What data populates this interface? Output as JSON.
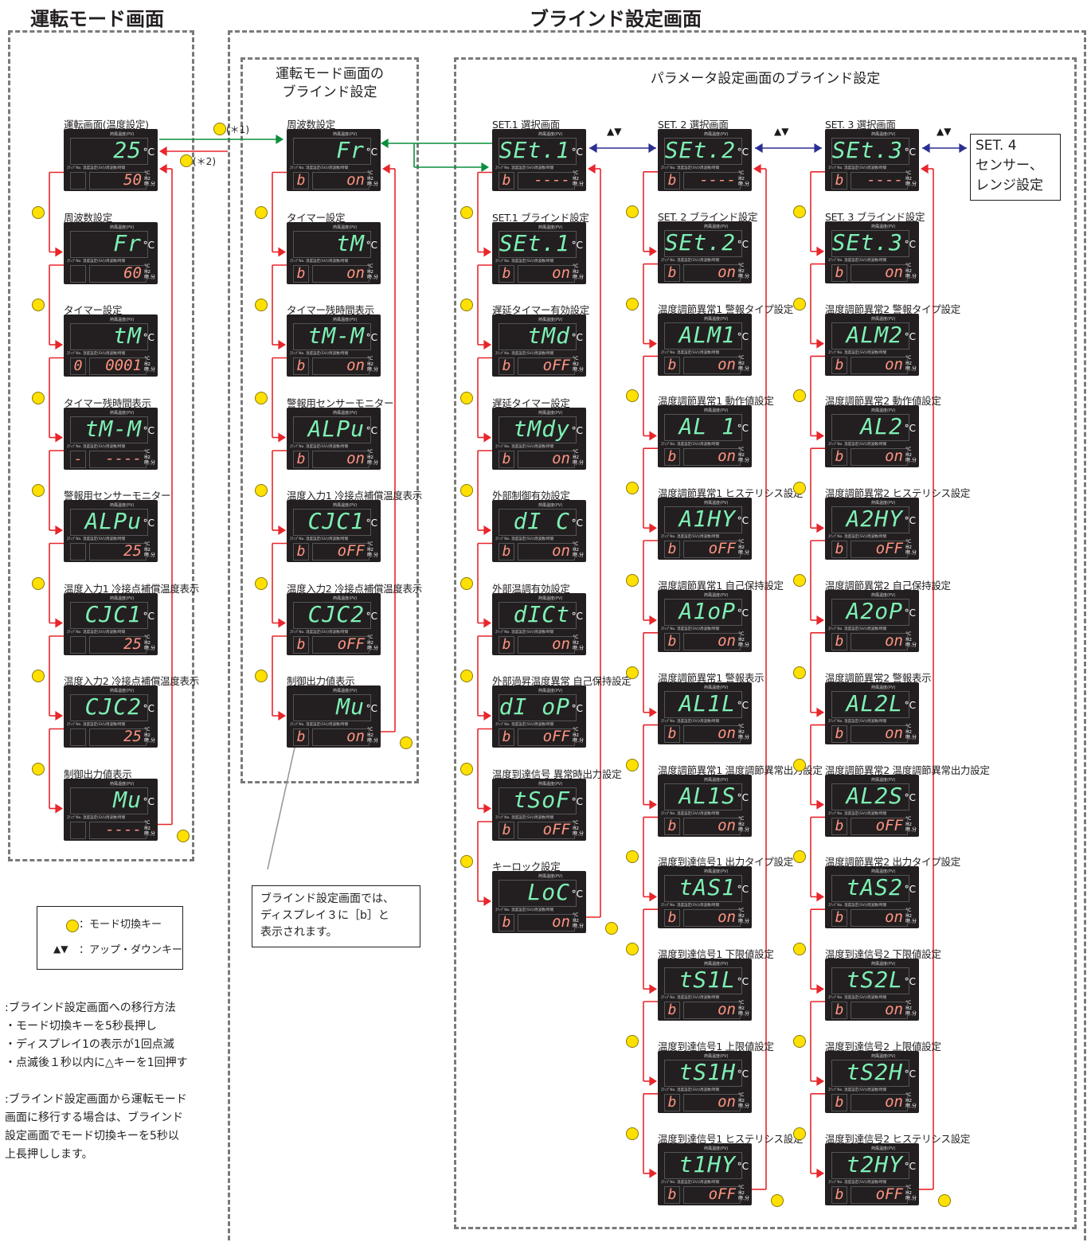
{
  "titles": {
    "operation_mode": "運転モード画面",
    "blind_setting": "ブラインド設定画面"
  },
  "subtitles": {
    "op_blind": "運転モード画面の\nブラインド設定",
    "param_blind": "パラメータ設定画面のブラインド設定"
  },
  "arrow_labels": {
    "star1": "(＊1)",
    "star2": "(＊2)",
    "updown": "▲▼"
  },
  "set4_box": "SET. 4\nセンサー、\nレンジ設定",
  "legend": {
    "mode_key": "：モード切換キー",
    "updown_key": "：アップ・ダウンキー"
  },
  "callout": "ブラインド設定画面では、\nディスプレイ３に［b］と\n表示されます。",
  "notes": [
    ":ブラインド設定画面への移行方法",
    "・モード切換キーを5秒長押し",
    "・ディスプレイ1の表示が1回点滅",
    "・点滅後１秒以内に△キーを1回押す",
    "",
    ":ブラインド設定画面から運転モード",
    "  画面に移行する場合は、ブラインド",
    "  設定画面でモード切換キーを5秒以",
    "  上長押しします。"
  ],
  "device_text": {
    "pv_label": "熱風温度(PV)",
    "mid_label": "ｽﾃｯﾌﾟNo. 温度設定(SV)/周波数/時間",
    "unit": "°C",
    "units2": "°C\nHz\n時.分"
  },
  "columns": [
    {
      "id": "op",
      "screens": [
        {
          "label": "運転画面(温度設定)",
          "pv": "25",
          "st": "",
          "sv": "50"
        },
        {
          "label": "周波数設定",
          "pv": "Fr",
          "st": "",
          "sv": "60"
        },
        {
          "label": "タイマー設定",
          "pv": "tM",
          "st": "0",
          "sv": "0001"
        },
        {
          "label": "タイマー残時間表示",
          "pv": "tM-M",
          "st": "-",
          "sv": "----"
        },
        {
          "label": "警報用センサーモニター",
          "pv": "ALPu",
          "st": "",
          "sv": "25"
        },
        {
          "label": "温度入力1 冷接点補償温度表示",
          "pv": "CJC1",
          "st": "",
          "sv": "25"
        },
        {
          "label": "温度入力2 冷接点補償温度表示",
          "pv": "CJC2",
          "st": "",
          "sv": "25"
        },
        {
          "label": "制御出力値表示",
          "pv": "Mu",
          "st": "",
          "sv": "----"
        }
      ]
    },
    {
      "id": "opblind",
      "screens": [
        {
          "label": "周波数設定",
          "pv": "Fr",
          "st": "b",
          "sv": "on"
        },
        {
          "label": "タイマー設定",
          "pv": "tM",
          "st": "b",
          "sv": "on"
        },
        {
          "label": "タイマー残時間表示",
          "pv": "tM-M",
          "st": "b",
          "sv": "on"
        },
        {
          "label": "警報用センサーモニター",
          "pv": "ALPu",
          "st": "b",
          "sv": "on"
        },
        {
          "label": "温度入力1 冷接点補償温度表示",
          "pv": "CJC1",
          "st": "b",
          "sv": "oFF"
        },
        {
          "label": "温度入力2 冷接点補償温度表示",
          "pv": "CJC2",
          "st": "b",
          "sv": "oFF"
        },
        {
          "label": "制御出力値表示",
          "pv": "Mu",
          "st": "b",
          "sv": "on"
        }
      ]
    },
    {
      "id": "set1",
      "screens": [
        {
          "label": "SET.1 選択画面",
          "pv": "SEt.1",
          "st": "b",
          "sv": "----"
        },
        {
          "label": "SET.1 ブラインド設定",
          "pv": "SEt.1",
          "st": "b",
          "sv": "on"
        },
        {
          "label": "遅延タイマー有効設定",
          "pv": "tMd",
          "st": "b",
          "sv": "oFF"
        },
        {
          "label": "遅延タイマー設定",
          "pv": "tMdy",
          "st": "b",
          "sv": "on"
        },
        {
          "label": "外部制御有効設定",
          "pv": "dI C",
          "st": "b",
          "sv": "on"
        },
        {
          "label": "外部温調有効設定",
          "pv": "dICt",
          "st": "b",
          "sv": "on"
        },
        {
          "label": "外部過昇温度異常 自己保持設定",
          "pv": "dI oP",
          "st": "b",
          "sv": "oFF"
        },
        {
          "label": "温度到達信号 異常時出力設定",
          "pv": "tSoF",
          "st": "b",
          "sv": "oFF"
        },
        {
          "label": "キーロック設定",
          "pv": "LoC",
          "st": "b",
          "sv": "on"
        }
      ]
    },
    {
      "id": "set2",
      "screens": [
        {
          "label": "SET. 2 選択画面",
          "pv": "SEt.2",
          "st": "b",
          "sv": "----"
        },
        {
          "label": "SET. 2 ブラインド設定",
          "pv": "SEt.2",
          "st": "b",
          "sv": "on"
        },
        {
          "label": "温度調節異常1 警報タイプ設定",
          "pv": "ALM1",
          "st": "b",
          "sv": "on"
        },
        {
          "label": "温度調節異常1 動作値設定",
          "pv": "AL 1",
          "st": "b",
          "sv": "on"
        },
        {
          "label": "温度調節異常1 ヒステリシス設定",
          "pv": "A1HY",
          "st": "b",
          "sv": "oFF"
        },
        {
          "label": "温度調節異常1 自己保持設定",
          "pv": "A1oP",
          "st": "b",
          "sv": "on"
        },
        {
          "label": "温度調節異常1 警報表示",
          "pv": "AL1L",
          "st": "b",
          "sv": "on"
        },
        {
          "label": "温度調節異常1 温度調節異常出力設定",
          "pv": "AL1S",
          "st": "b",
          "sv": "on"
        },
        {
          "label": "温度到達信号1 出力タイプ設定",
          "pv": "tAS1",
          "st": "b",
          "sv": "on"
        },
        {
          "label": "温度到達信号1 下限値設定",
          "pv": "tS1L",
          "st": "b",
          "sv": "on"
        },
        {
          "label": "温度到達信号1 上限値設定",
          "pv": "tS1H",
          "st": "b",
          "sv": "on"
        },
        {
          "label": "温度到達信号1 ヒステリシス設定",
          "pv": "t1HY",
          "st": "b",
          "sv": "oFF"
        }
      ]
    },
    {
      "id": "set3",
      "screens": [
        {
          "label": "SET. 3 選択画面",
          "pv": "SEt.3",
          "st": "b",
          "sv": "----"
        },
        {
          "label": "SET. 3 ブラインド設定",
          "pv": "SEt.3",
          "st": "b",
          "sv": "on"
        },
        {
          "label": "温度調節異常2 警報タイプ設定",
          "pv": "ALM2",
          "st": "b",
          "sv": "on"
        },
        {
          "label": "温度調節異常2 動作値設定",
          "pv": "AL2",
          "st": "b",
          "sv": "on"
        },
        {
          "label": "温度調節異常2 ヒステリシス設定",
          "pv": "A2HY",
          "st": "b",
          "sv": "oFF"
        },
        {
          "label": "温度調節異常2 自己保持設定",
          "pv": "A2oP",
          "st": "b",
          "sv": "on"
        },
        {
          "label": "温度調節異常2 警報表示",
          "pv": "AL2L",
          "st": "b",
          "sv": "on"
        },
        {
          "label": "温度調節異常2 温度調節異常出力設定",
          "pv": "AL2S",
          "st": "b",
          "sv": "oFF"
        },
        {
          "label": "温度調節異常2 出力タイプ設定",
          "pv": "tAS2",
          "st": "b",
          "sv": "on"
        },
        {
          "label": "温度到達信号2 下限値設定",
          "pv": "tS2L",
          "st": "b",
          "sv": "on"
        },
        {
          "label": "温度到達信号2 上限値設定",
          "pv": "tS2H",
          "st": "b",
          "sv": "on"
        },
        {
          "label": "温度到達信号2 ヒステリシス設定",
          "pv": "t2HY",
          "st": "b",
          "sv": "oFF"
        }
      ]
    }
  ]
}
